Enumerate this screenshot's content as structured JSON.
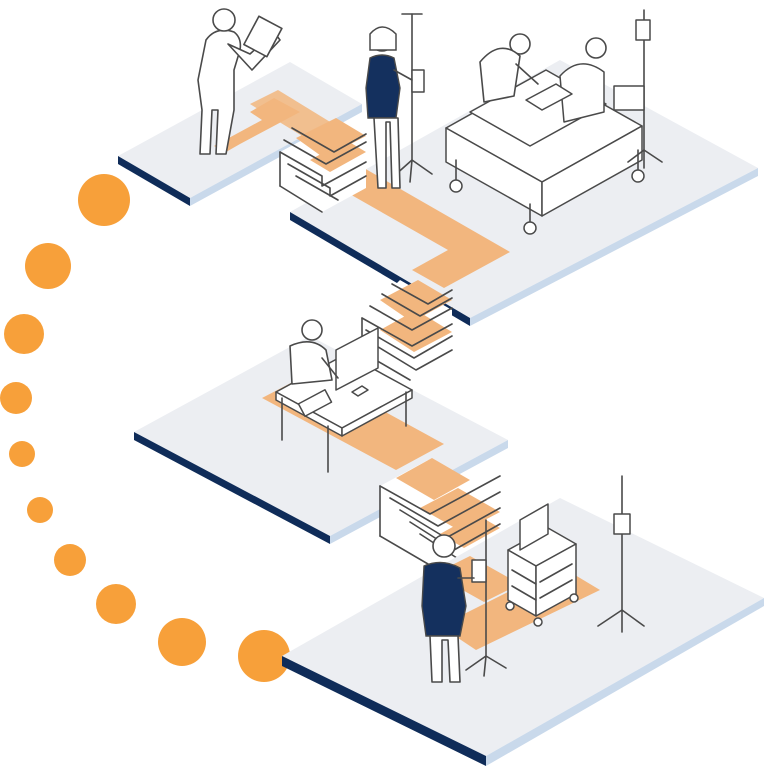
{
  "colors": {
    "accent_orange": "#F7A03A",
    "path_orange": "#F2B67E",
    "floor_top": "#ECEEF2",
    "floor_edge_navy": "#0F2C59",
    "floor_edge_light": "#C9D9EB",
    "outline": "#4A4A4A",
    "navy_coat": "#14305E",
    "white": "#FFFFFF"
  },
  "levels": [
    {
      "scene": "hospital-room",
      "figures": [
        "doctor-with-clipboard",
        "nurse-with-iv-pole",
        "patient-in-bed",
        "caregiver-at-bedside"
      ]
    },
    {
      "scene": "office-desk",
      "figures": [
        "worker-at-computer"
      ]
    },
    {
      "scene": "equipment-room",
      "figures": [
        "technician-with-iv-pole",
        "monitor-cart",
        "iv-stand"
      ]
    }
  ],
  "progress_dots": {
    "count": 10,
    "color": "#F7A03A"
  }
}
